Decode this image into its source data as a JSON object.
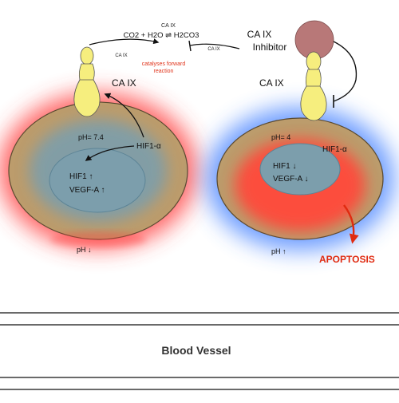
{
  "reaction": {
    "equation": "CO2 + H2O ⇌ H2CO3",
    "enzyme_label": "CA IX",
    "left_arrow_label": "CA IX",
    "right_arrow_label": "CA IX",
    "note_line1": "catalyses forward",
    "note_line2": "reaction"
  },
  "left_cell": {
    "receptor_label": "CA IX",
    "ph_label": "pH= 7.4",
    "hif_label": "HIF1-α",
    "nucleus_line1": "HIF1  ↑",
    "nucleus_line2": "VEGF-A  ↑",
    "below_label": "pH  ↓"
  },
  "right_cell": {
    "inhibitor_line1": "CA IX",
    "inhibitor_line2": "Inhibitor",
    "receptor_label": "CA IX",
    "ph_label": "pH= 4",
    "hif_label": "HIF1-α",
    "nucleus_line1": "HIF1  ↓",
    "nucleus_line2": "VEGF-A  ↓",
    "below_label": "pH  ↑",
    "outcome_label": "APOPTOSIS"
  },
  "blood_vessel": {
    "label": "Blood Vessel"
  },
  "colors": {
    "receptor_fill": "#f6ee7e",
    "cell_fill": "#bc9c6c",
    "nucleus_fill": "#7c9eac",
    "inhibitor_fill": "#b87878",
    "red_glow": "#ff3d3d",
    "blue_glow": "#3d7dff",
    "apoptosis_red": "#e02a10"
  }
}
